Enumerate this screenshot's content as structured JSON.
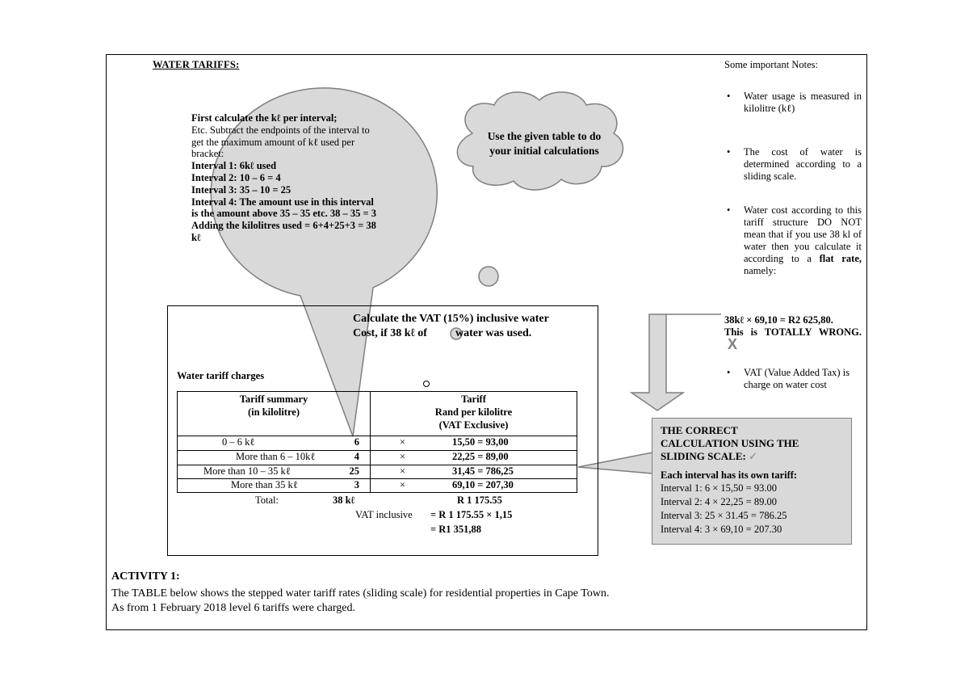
{
  "title": "WATER TARIFFS:",
  "notes": {
    "heading": "Some important Notes:",
    "bullet1": "Water usage is measured in kilolitre (kℓ)",
    "bullet2": "The cost of water is determined according to a sliding scale.",
    "bullet3_a": "Water cost according to this tariff structure DO NOT mean that if you use 38 kl of water then you calculate it according to a",
    "bullet3_b": "flat rate,",
    "bullet3_c": "namely:",
    "wrong_formula": "38kℓ × 69,10 = R2 625,80.",
    "wrong_text": "This is TOTALLY WRONG.",
    "wrong_mark": "X",
    "bullet4": "VAT (Value Added Tax) is charge on water cost"
  },
  "speech_bubble": {
    "line1": "First calculate the kℓ per interval;",
    "line2": "Etc. Subtract the endpoints of the interval to get the maximum amount of kℓ used per bracket:",
    "line3": "Interval 1: 6kℓ   used",
    "line4": "Interval 2: 10 – 6 = 4",
    "line5": "Interval 3: 35 – 10 = 25",
    "line6": "Interval 4: The amount use in this interval is the amount above 35 – 35 etc. 38 – 35 = 3",
    "line7": "Adding the kilolitres used = 6+4+25+3 = 38 kℓ"
  },
  "cloud": {
    "text": "Use the given table to do your initial calculations"
  },
  "vat_question": {
    "line1": "Calculate the VAT (15%) inclusive water",
    "line2a": "Cost, if 38 kℓ of",
    "line2b": "water was used."
  },
  "table": {
    "title": "Water tariff charges",
    "header_left_1": "Tariff summary",
    "header_left_2": "(in kilolitre)",
    "header_right_1": "Tariff",
    "header_right_2": "Rand per kilolitre",
    "header_right_3": "(VAT Exclusive)",
    "rows": [
      {
        "range": "0 – 6 kℓ",
        "kl": "6",
        "times": "×",
        "calc": "15,50 =  93,00"
      },
      {
        "range": "More than 6 – 10kℓ",
        "kl": "4",
        "times": "×",
        "calc": "22,25 =  89,00"
      },
      {
        "range": "More than 10 – 35 kℓ",
        "kl": "25",
        "times": "×",
        "calc": "31,45 = 786,25"
      },
      {
        "range": "More than 35 kℓ",
        "kl": "3",
        "times": "×",
        "calc": "69,10 = 207,30"
      }
    ],
    "total_label": "Total:",
    "total_kl": "38 kℓ",
    "total_amount": "R 1 175.55",
    "vat_label": "VAT inclusive",
    "vat_calc": "= R 1 175.55 × 1,15",
    "vat_result": "= R1 351,88"
  },
  "correct_box": {
    "title1": "THE CORRECT",
    "title2": "CALCULATION USING THE",
    "title3": "SLIDING SCALE:",
    "check": "✓",
    "subtitle": "Each interval has its own tariff:",
    "i1": "Interval 1: 6 × 15,50 =   93.00",
    "i2": "Interval 2: 4 × 22,25 =   89.00",
    "i3": "Interval 3: 25 × 31.45 = 786.25",
    "i4": "Interval 4: 3 × 69,10 =   207.30"
  },
  "activity": {
    "heading": "ACTIVITY 1:",
    "line1": "The TABLE below shows the stepped water tariff rates (sliding scale) for residential properties in Cape Town.",
    "line2": "As from 1 February 2018 level 6 tariffs were charged."
  },
  "colors": {
    "bubble_fill": "#d9d9d9",
    "bubble_stroke": "#7f7f7f",
    "arrow_fill": "#d9d9d9",
    "check_color": "#7f7f7f"
  }
}
